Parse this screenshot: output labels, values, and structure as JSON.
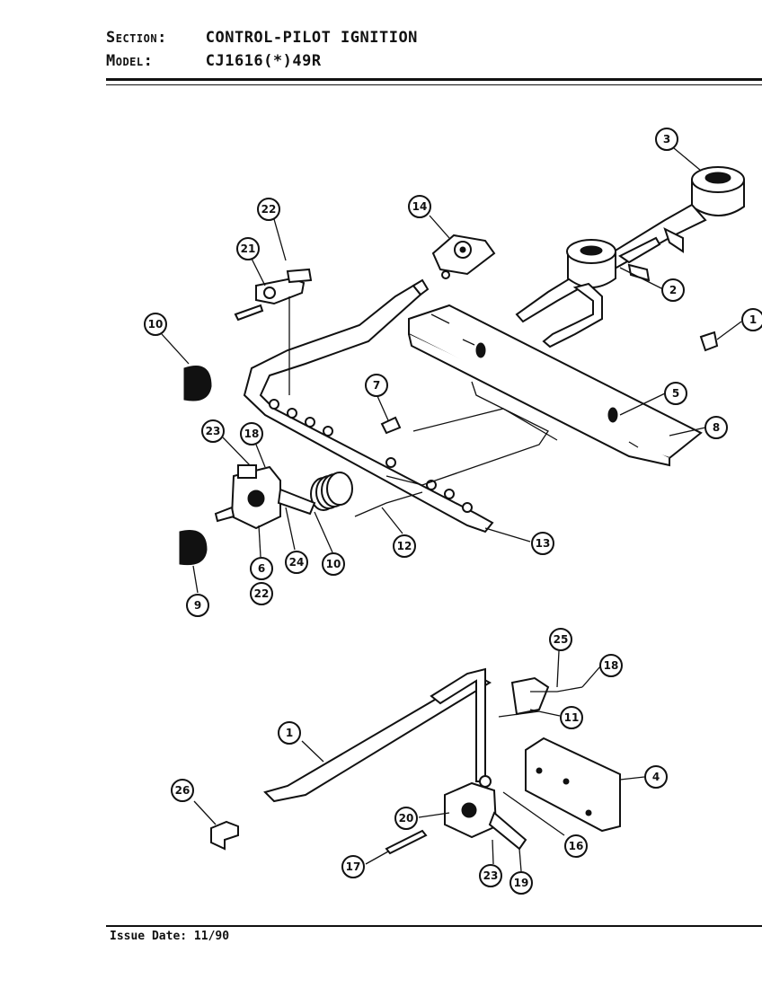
{
  "header": {
    "section_label": "Section:",
    "section_value": "CONTROL-PILOT IGNITION",
    "model_label": "Model:",
    "model_value": "CJ1616(*)49R"
  },
  "callouts": [
    {
      "id": "c3",
      "label": "3"
    },
    {
      "id": "c14",
      "label": "14"
    },
    {
      "id": "c22a",
      "label": "22"
    },
    {
      "id": "c21",
      "label": "21"
    },
    {
      "id": "c2",
      "label": "2"
    },
    {
      "id": "c1a",
      "label": "1"
    },
    {
      "id": "c10a",
      "label": "10"
    },
    {
      "id": "c5",
      "label": "5"
    },
    {
      "id": "c7",
      "label": "7"
    },
    {
      "id": "c8",
      "label": "8"
    },
    {
      "id": "c23a",
      "label": "23"
    },
    {
      "id": "c18a",
      "label": "18"
    },
    {
      "id": "c13",
      "label": "13"
    },
    {
      "id": "c12",
      "label": "12"
    },
    {
      "id": "c6",
      "label": "6"
    },
    {
      "id": "c24",
      "label": "24"
    },
    {
      "id": "c10b",
      "label": "10"
    },
    {
      "id": "c22b",
      "label": "22"
    },
    {
      "id": "c9",
      "label": "9"
    },
    {
      "id": "c25",
      "label": "25"
    },
    {
      "id": "c18b",
      "label": "18"
    },
    {
      "id": "c11",
      "label": "11"
    },
    {
      "id": "c1b",
      "label": "1"
    },
    {
      "id": "c4",
      "label": "4"
    },
    {
      "id": "c26",
      "label": "26"
    },
    {
      "id": "c20",
      "label": "20"
    },
    {
      "id": "c16",
      "label": "16"
    },
    {
      "id": "c17",
      "label": "17"
    },
    {
      "id": "c23b",
      "label": "23"
    },
    {
      "id": "c19",
      "label": "19"
    }
  ],
  "footer": {
    "issue_label": "Issue Date:",
    "issue_value": "11/90"
  }
}
